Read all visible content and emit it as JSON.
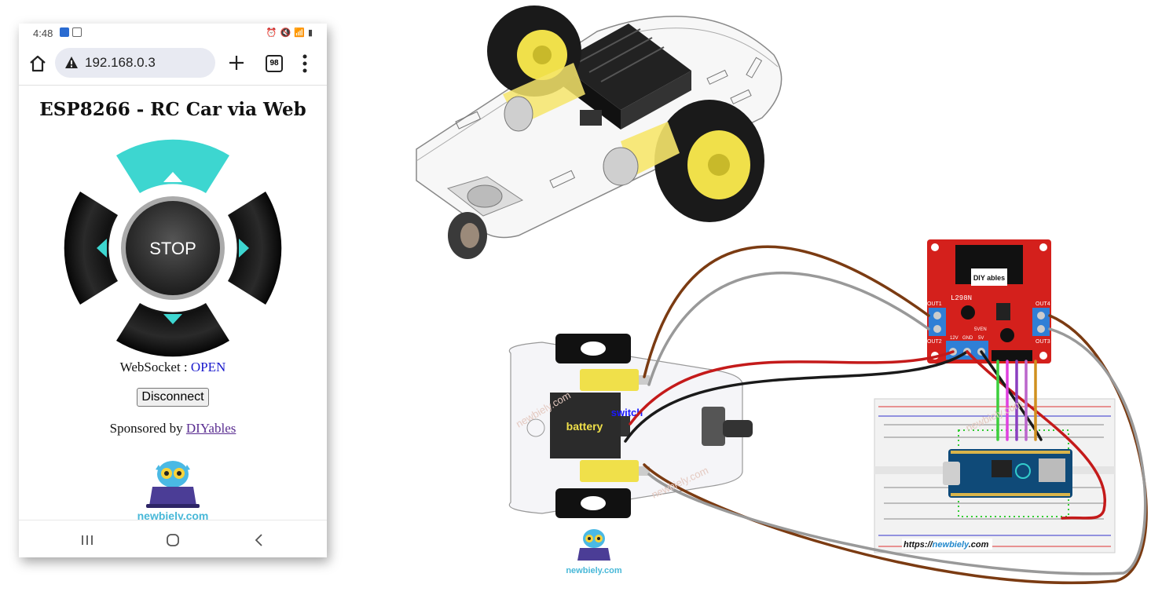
{
  "status_bar": {
    "time": "4:48"
  },
  "browser": {
    "url": "192.168.0.3",
    "tab_count": "98"
  },
  "page": {
    "title": "ESP8266 - RC Car via Web",
    "stop_label": "STOP",
    "websocket_label": "WebSocket : ",
    "websocket_state": "OPEN",
    "disconnect_label": "Disconnect",
    "sponsor_prefix": "Sponsored by ",
    "sponsor_link": "DIYables",
    "logo_text": "newbiely.com"
  },
  "wiring": {
    "battery_label": "battery",
    "switch_label": "switch",
    "driver_chip": "L298N",
    "driver_brand": "DIY ables",
    "out1": "OUT1",
    "out2": "OUT2",
    "out3": "OUT3",
    "out4": "OUT4",
    "pin_12v": "12V",
    "pin_gnd": "GND",
    "pin_5v": "5V",
    "pin_5ven": "5VEN",
    "breadboard_url_prefix": "https://",
    "breadboard_url_domain": "newbiely",
    "breadboard_url_suffix": ".com",
    "logo_text": "newbiely.com",
    "watermark": "newbiely.com"
  },
  "colors": {
    "arrow_active": "#3dd6d0",
    "link": "#5a2d91",
    "websocket_open": "#1a1acd",
    "driver_board": "#d4201c",
    "terminal_blue": "#2f7fd6",
    "wire_brown": "#7b3b12",
    "wire_gray": "#999999",
    "wire_red": "#c41a1a",
    "wire_black": "#1a1a1a",
    "wheel_yellow": "#f0e04a"
  }
}
